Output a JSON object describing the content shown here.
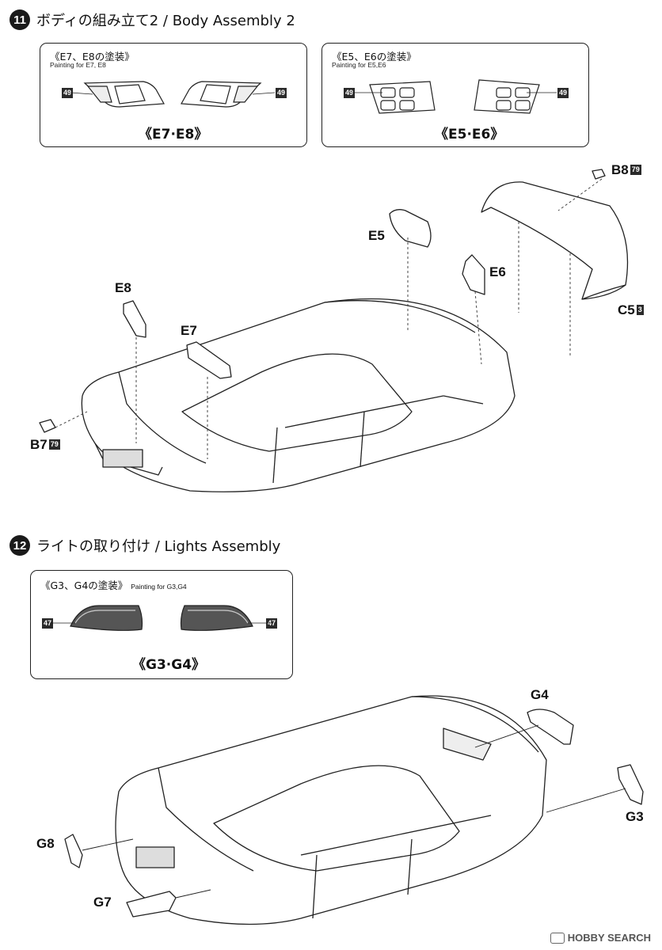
{
  "step11": {
    "number": "11",
    "title": "ボディの組み立て2 / Body Assembly 2",
    "panel_left": {
      "title": "《E7、E8の塗装》",
      "subtitle": "Painting for E7, E8",
      "label": "《E7·E8》",
      "badge": "49"
    },
    "panel_right": {
      "title": "《E5、E6の塗装》",
      "subtitle": "Painting for E5,E6",
      "label": "《E5·E6》",
      "badge": "49"
    },
    "parts": {
      "b8": "B8",
      "b8_badge": "79",
      "e5": "E5",
      "e6": "E6",
      "c5": "C5",
      "c5_badge": "3",
      "e8": "E8",
      "e7": "E7",
      "b7": "B7",
      "b7_badge": "79"
    }
  },
  "step12": {
    "number": "12",
    "title": "ライトの取り付け / Lights Assembly",
    "panel": {
      "title": "《G3、G4の塗装》",
      "subtitle": "Painting for G3,G4",
      "label": "《G3·G4》",
      "badge": "47"
    },
    "parts": {
      "g4": "G4",
      "g3": "G3",
      "g8": "G8",
      "g7": "G7"
    }
  },
  "footer": {
    "brand": "HOBBY SEARCH"
  }
}
